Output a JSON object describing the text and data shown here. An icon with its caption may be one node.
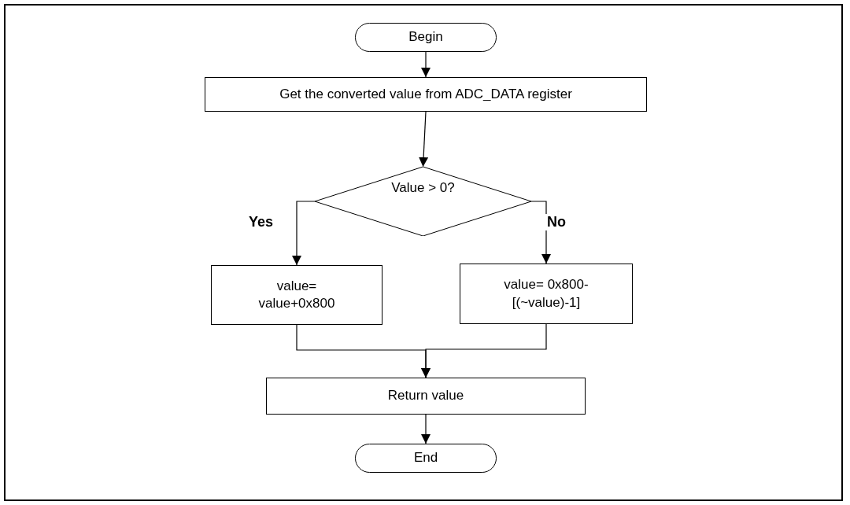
{
  "diagram": {
    "nodes": [
      {
        "text": [
          "Begin"
        ]
      },
      {
        "text": [
          "Get the converted value from ADC_DATA register"
        ]
      },
      {
        "text": [
          "Value > 0?"
        ]
      },
      {
        "text": [
          "value= value+0x800"
        ]
      },
      {
        "text": [
          "value= 0x800- [(~value)-1]"
        ]
      },
      {
        "text": [
          "Return value"
        ]
      },
      {
        "text": [
          "End"
        ]
      }
    ],
    "edges": [
      {
        "from": 0,
        "to": 1,
        "arrow": "to"
      },
      {
        "from": 1,
        "to": 2,
        "arrow": "to"
      },
      {
        "from": 2,
        "to": 3,
        "arrow": "to",
        "label": "Yes"
      },
      {
        "from": 2,
        "to": 4,
        "arrow": "to",
        "label": "No"
      },
      {
        "from": 3,
        "to": 5,
        "arrow": "to"
      },
      {
        "from": 4,
        "to": 5,
        "arrow": "to"
      },
      {
        "from": 5,
        "to": 6,
        "arrow": "to"
      }
    ]
  }
}
